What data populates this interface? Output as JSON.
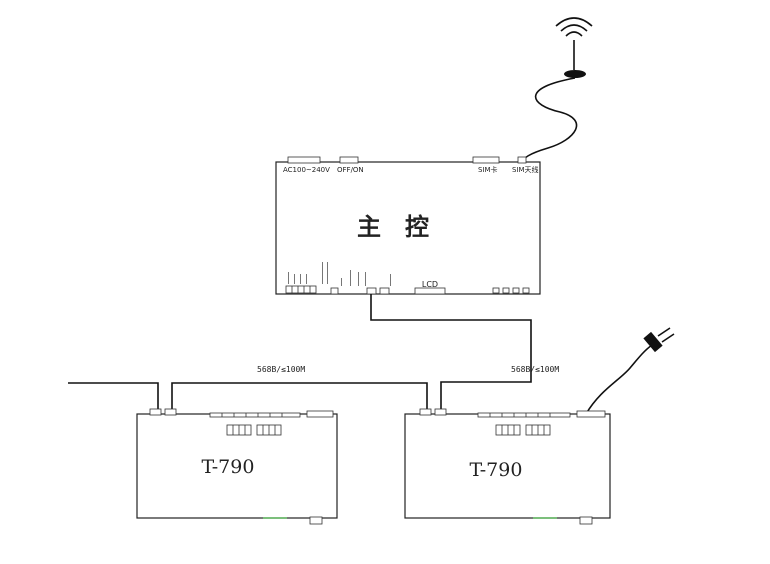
{
  "controller": {
    "title": "主　控",
    "top_ports": {
      "power": "AC100~240V",
      "switch": "OFF/ON",
      "sim_left": "SIM卡",
      "sim_antenna": "SIM天线"
    },
    "bottom_label_lcd": "LCD"
  },
  "units": [
    {
      "model": "T-790"
    },
    {
      "model": "T-790"
    }
  ],
  "links": [
    {
      "label": "568B/≤100M"
    },
    {
      "label": "568B/≤100M"
    }
  ]
}
